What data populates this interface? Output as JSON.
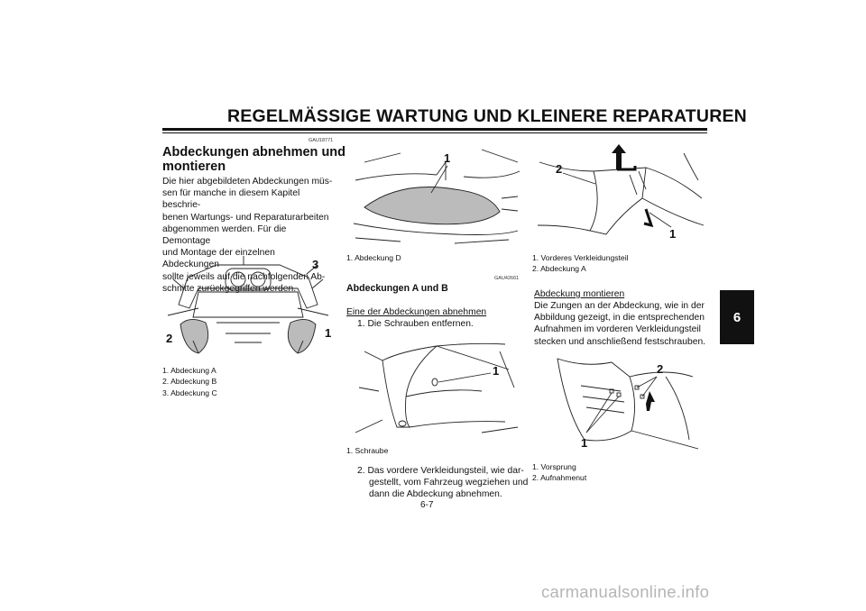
{
  "header": {
    "title": "REGELMÄSSIGE WARTUNG UND KLEINERE REPARATUREN",
    "chapter_tab": "6",
    "page_number": "6-7"
  },
  "left": {
    "code": "GAU18771",
    "title_line1": "Abdeckungen abnehmen und",
    "title_line2": "montieren",
    "paragraph": [
      "Die hier abgebildeten Abdeckungen müs-",
      "sen für manche in diesem Kapitel beschrie-",
      "benen Wartungs- und Reparaturarbeiten",
      "abgenommen werden. Für die Demontage",
      "und Montage der einzelnen Abdeckungen",
      "sollte jeweils auf die nachfolgenden Ab-",
      "schnitte zurückgegriffen werden."
    ],
    "figure_labels": [
      "1",
      "2",
      "3"
    ],
    "captions": [
      "1. Abdeckung A",
      "2. Abdeckung B",
      "3. Abdeckung C"
    ]
  },
  "middle": {
    "figure1_labels": [
      "1"
    ],
    "figure1_captions": [
      "1. Abdeckung D"
    ],
    "code": "GAU42661",
    "subtitle": "Abdeckungen A und B",
    "remove_heading": "Eine der Abdeckungen abnehmen",
    "step1": "1. Die Schrauben entfernen.",
    "figure2_labels": [
      "1"
    ],
    "figure2_captions": [
      "1. Schraube"
    ],
    "step2": [
      "2. Das vordere Verkleidungsteil, wie dar-",
      "gestellt, vom Fahrzeug wegziehen und",
      "dann die Abdeckung abnehmen."
    ]
  },
  "right": {
    "figure1_labels": [
      "1",
      "2"
    ],
    "figure1_captions": [
      "1. Vorderes Verkleidungsteil",
      "2. Abdeckung A"
    ],
    "mount_heading": "Abdeckung montieren",
    "mount_text": [
      "Die Zungen an der Abdeckung, wie in der",
      "Abbildung gezeigt, in die entsprechenden",
      "Aufnahmen im vorderen Verkleidungsteil",
      "stecken und anschließend festschrauben."
    ],
    "figure2_labels": [
      "1",
      "2"
    ],
    "figure2_captions": [
      "1. Vorsprung",
      "2. Aufnahmenut"
    ]
  },
  "watermark": "carmanualsonline.info"
}
